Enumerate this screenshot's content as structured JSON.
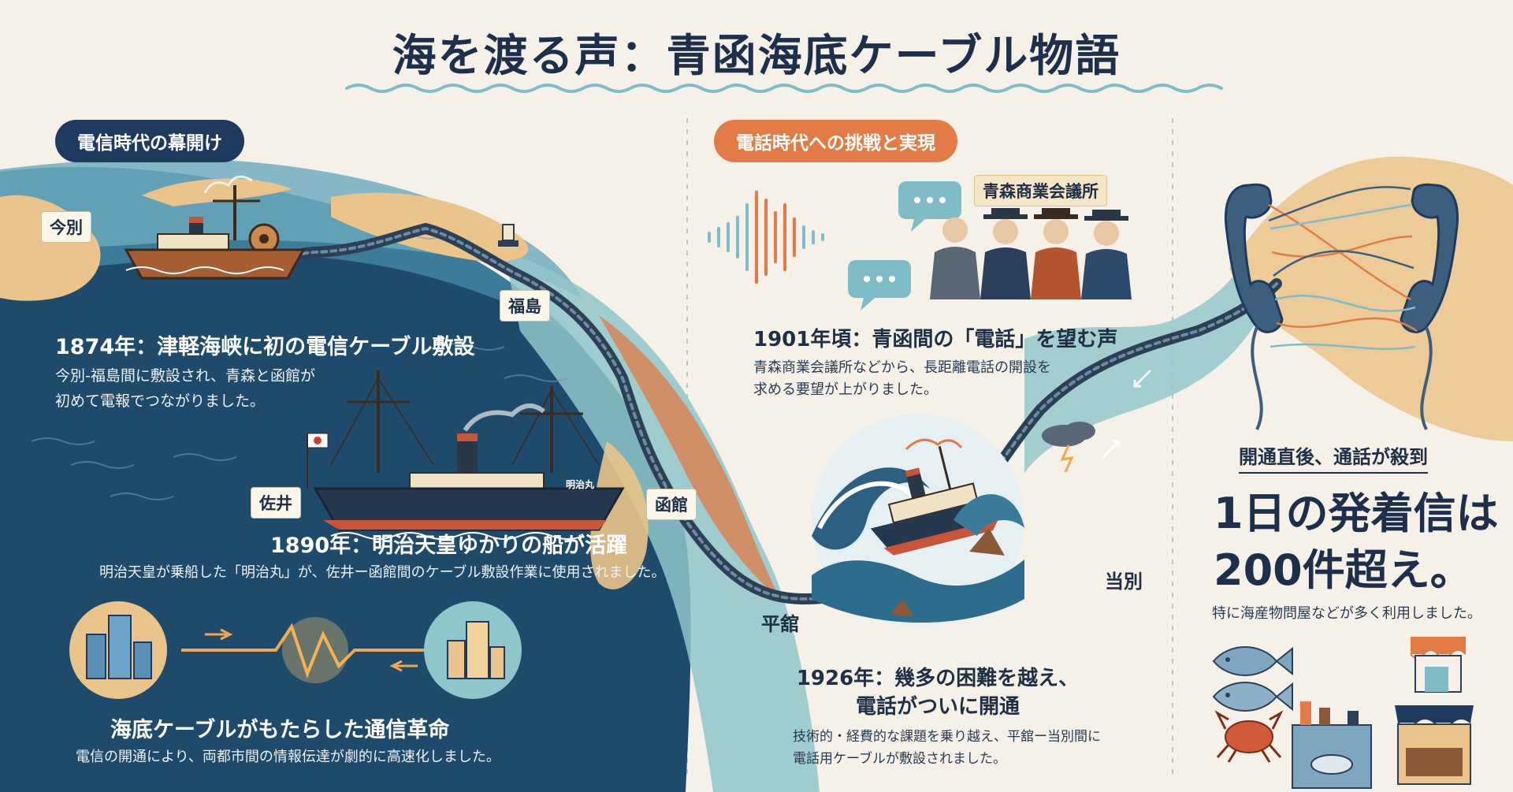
{
  "title": "海を渡る声：青函海底ケーブル物語",
  "sections": {
    "left_heading": "電信時代の幕開け",
    "middle_heading": "電話時代への挑戦と実現"
  },
  "places": {
    "imabetsu": "今別",
    "fukushima": "福島",
    "sai": "佐井",
    "hakodate": "函館",
    "tairadate": "平舘",
    "tobetsu": "当別"
  },
  "ship_label": "明治丸",
  "chamber_label": "青森商業会議所",
  "events": {
    "e1874": {
      "heading": "1874年：津軽海峡に初の電信ケーブル敷設",
      "line1": "今別-福島間に敷設され、青森と函館が",
      "line2": "初めて電報でつながりました。"
    },
    "e1890": {
      "heading": "1890年：明治天皇ゆかりの船が活躍",
      "line1": "明治天皇が乗船した「明治丸」が、佐井ー函館間のケーブル敷設作業に使用されました。"
    },
    "revolution": {
      "heading": "海底ケーブルがもたらした通信革命",
      "line1": "電信の開通により、両都市間の情報伝達が劇的に高速化しました。"
    },
    "e1901": {
      "heading": "1901年頃：青函間の「電話」を望む声",
      "line1": "青森商業会議所などから、長距離電話の開設を",
      "line2": "求める要望が上がりました。"
    },
    "e1926": {
      "heading1": "1926年：幾多の困難を越え、",
      "heading2": "電話がついに開通",
      "line1": "技術的・経費的な課題を乗り越え、平舘ー当別間に",
      "line2": "電話用ケーブルが敷設されました。"
    },
    "opening": {
      "heading": "開通直後、通話が殺到",
      "stat_line1": "1日の発着信は",
      "stat_line2": "200件超え。",
      "note": "特に海産物問屋などが多く利用しました。"
    }
  },
  "colors": {
    "navy": "#1f3a5f",
    "deep_sea": "#1d4b6c",
    "teal": "#8fc6c9",
    "sand": "#eac48a",
    "orange": "#e27b45",
    "cream": "#f5f1e8"
  },
  "icons": [
    "imabetsu-cable-ship-icon",
    "meijimaru-ship-icon",
    "city-building-icon",
    "signal-wave-icon",
    "sound-wave-icon",
    "speech-bubble-icon",
    "business-men-icon",
    "storm-ship-icon",
    "telephone-handset-icon",
    "fish-icon",
    "crab-icon",
    "shop-icon",
    "factory-icon",
    "market-stall-icon",
    "buoy-icon"
  ]
}
